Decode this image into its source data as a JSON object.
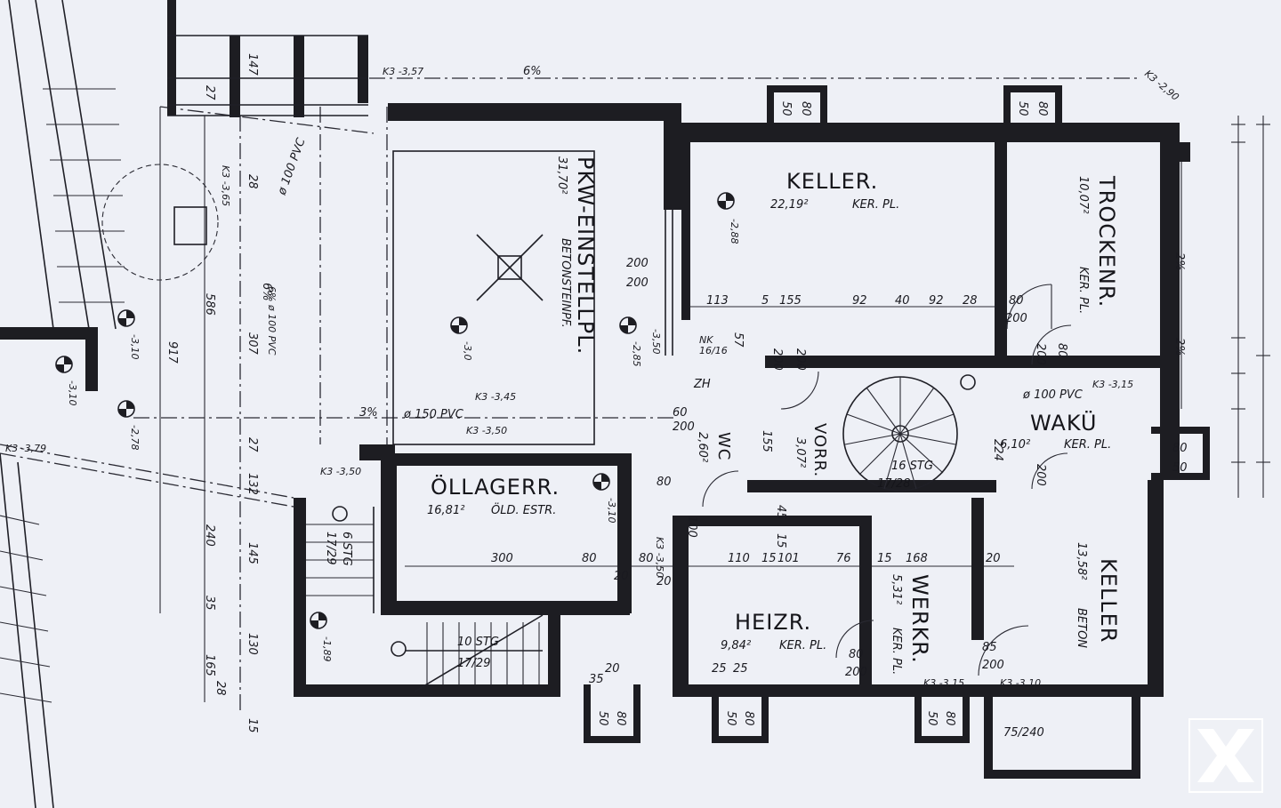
{
  "rooms": {
    "pkw": {
      "name": "PKW-EINSTELLPL.",
      "area": "31,70²",
      "floor": "BETONSTEINPF."
    },
    "keller_top": {
      "name": "KELLER.",
      "area": "22,19²",
      "floor": "KER. PL."
    },
    "trockenr": {
      "name": "TROCKENR.",
      "area": "10,07²",
      "floor": "KER. PL."
    },
    "wakue": {
      "name": "WAKÜ",
      "area": "6,10²",
      "floor": "KER. PL."
    },
    "oellager": {
      "name": "ÖLLAGERR.",
      "area": "16,81²",
      "floor": "ÖLD. ESTR."
    },
    "heizr": {
      "name": "HEIZR.",
      "area": "9,84²",
      "floor": "KER. PL."
    },
    "werkr": {
      "name": "WERKR.",
      "area": "5,31²",
      "floor": "KER. PL."
    },
    "keller_right": {
      "name": "KELLER",
      "area": "13,58²",
      "floor": "BETON"
    },
    "vorr": {
      "name": "VORR.",
      "area": "3,07²"
    },
    "wc": {
      "name": "WC",
      "area": "2,60²"
    },
    "zh": {
      "name": "ZH"
    },
    "nk": {
      "name": "NK",
      "size": "16/16"
    },
    "stair": {
      "label": "16 STG",
      "size": "17/28"
    }
  },
  "stairs": {
    "left": {
      "count": "6 STG",
      "size": "17/29"
    },
    "bottom": {
      "count": "10 STG",
      "size": "17/29"
    }
  },
  "levels": [
    "-2,88",
    "-3,0",
    "-3,10",
    "-2,78",
    "-3,10",
    "-3,10",
    "-1,89",
    "-2,85",
    "-3,50"
  ],
  "kote_labels": [
    "K3 -3,57",
    "K3 -2,90",
    "K3 -3,65",
    "K3 -3,45",
    "K3 -3,50",
    "K3 -3,50",
    "K3 -3,79",
    "K3 -3,15",
    "K3 -3,15",
    "K3 -3,10",
    "K3 -3,50"
  ],
  "slopes": [
    "6%",
    "6%",
    "3%",
    "2%",
    "2%"
  ],
  "pipes": [
    "ø 100 PVC",
    "ø 150 PVC",
    "ø 100 PVC",
    "6% ø 100 PVC"
  ],
  "windows": [
    "50",
    "80",
    "50",
    "80",
    "80",
    "50",
    "50",
    "80",
    "50",
    "80",
    "50",
    "80"
  ],
  "openings": [
    "200",
    "200",
    "80",
    "200",
    "75/240",
    "85",
    "200",
    "80",
    "200",
    "80",
    "200",
    "80",
    "200"
  ],
  "dims": {
    "row1": [
      "113",
      "5",
      "155",
      "92",
      "40",
      "92",
      "28"
    ],
    "row2": [
      "300",
      "80",
      "80",
      "110",
      "15",
      "101",
      "76",
      "15",
      "168",
      "20"
    ],
    "left_vertical": [
      "917",
      "586",
      "307",
      "27",
      "132",
      "145",
      "130",
      "165",
      "35",
      "240",
      "147",
      "27",
      "28",
      "15",
      "28"
    ],
    "misc": [
      "57",
      "200",
      "200",
      "60",
      "200",
      "155",
      "45",
      "15",
      "20",
      "20",
      "25",
      "25",
      "35",
      "20",
      "100",
      "224"
    ]
  }
}
